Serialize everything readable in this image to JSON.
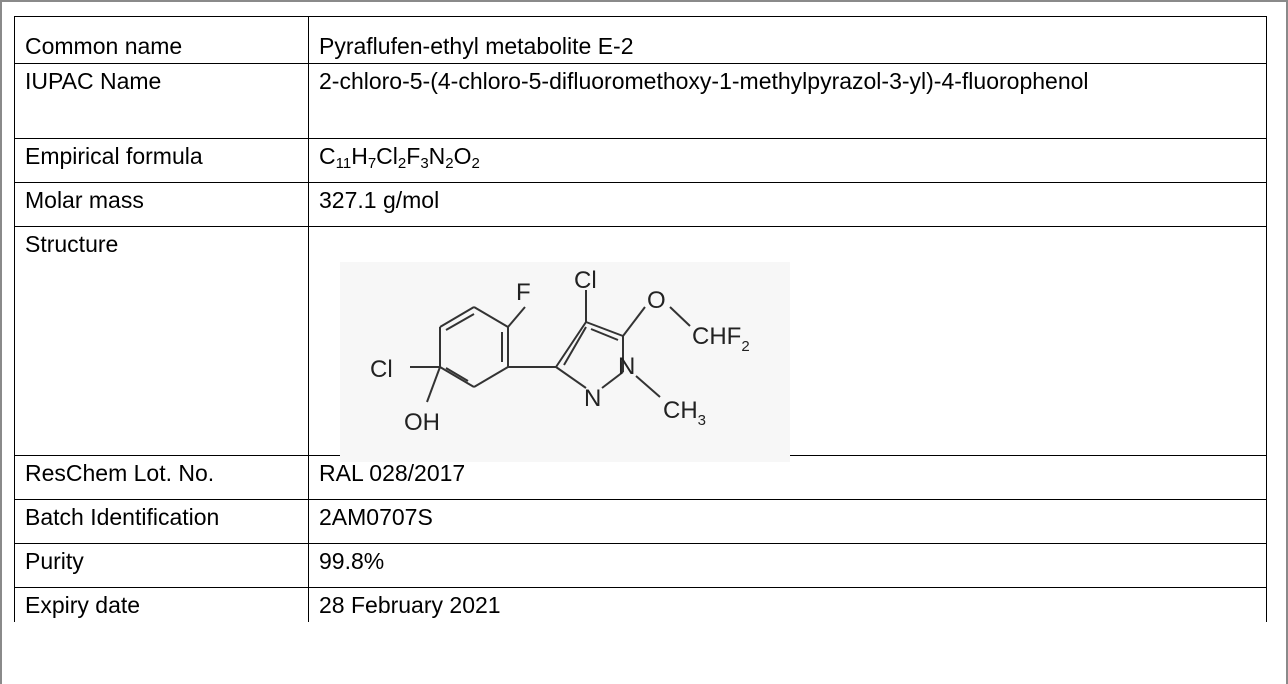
{
  "rows": [
    {
      "label": "Common name",
      "value": "Pyraflufen-ethyl metabolite E-2"
    },
    {
      "label": "IUPAC Name",
      "value": "2-chloro-5-(4-chloro-5-difluoromethoxy-1-methylpyrazol-3-yl)-4-fluorophenol"
    },
    {
      "label": "Empirical formula"
    },
    {
      "label": "Molar mass",
      "value": "327.1 g/mol"
    },
    {
      "label": "Structure"
    },
    {
      "label": "ResChem Lot. No.",
      "value": "RAL 028/2017"
    },
    {
      "label": "Batch Identification",
      "value": "2AM0707S"
    },
    {
      "label": "Purity",
      "value": "99.8%"
    },
    {
      "label": "Expiry date",
      "value": "28 February 2021"
    }
  ],
  "formula": {
    "parts": [
      "C",
      "11",
      "H",
      "7",
      "Cl",
      "2",
      "F",
      "3",
      "N",
      "2",
      "O",
      "2"
    ]
  },
  "structure": {
    "atoms": {
      "f": "F",
      "cl_top": "Cl",
      "o": "O",
      "chf": "CHF",
      "chf_sub": "2",
      "cl_left": "Cl",
      "n_right": "N",
      "n_left": "N",
      "ch": "CH",
      "ch_sub": "3",
      "oh": "OH"
    }
  }
}
